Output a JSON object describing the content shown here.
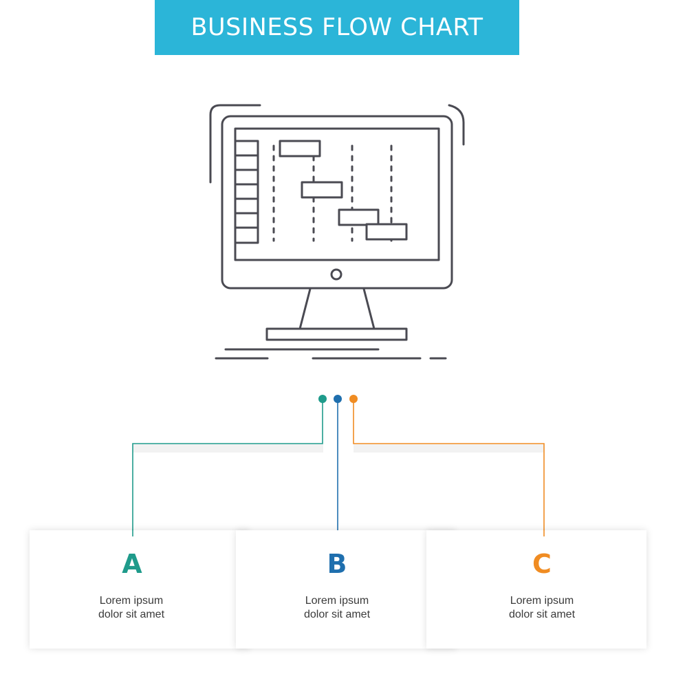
{
  "title": "BUSINESS FLOW CHART",
  "colors": {
    "banner": "#2bb5d8",
    "a": "#1f9b8b",
    "b": "#1f6fae",
    "c": "#f08c22",
    "icon_stroke": "#4a4a52"
  },
  "icon": "gantt-chart-monitor-icon",
  "steps": [
    {
      "letter": "A",
      "line1": "Lorem ipsum",
      "line2": "dolor sit amet"
    },
    {
      "letter": "B",
      "line1": "Lorem ipsum",
      "line2": "dolor sit amet"
    },
    {
      "letter": "C",
      "line1": "Lorem ipsum",
      "line2": "dolor sit amet"
    }
  ]
}
